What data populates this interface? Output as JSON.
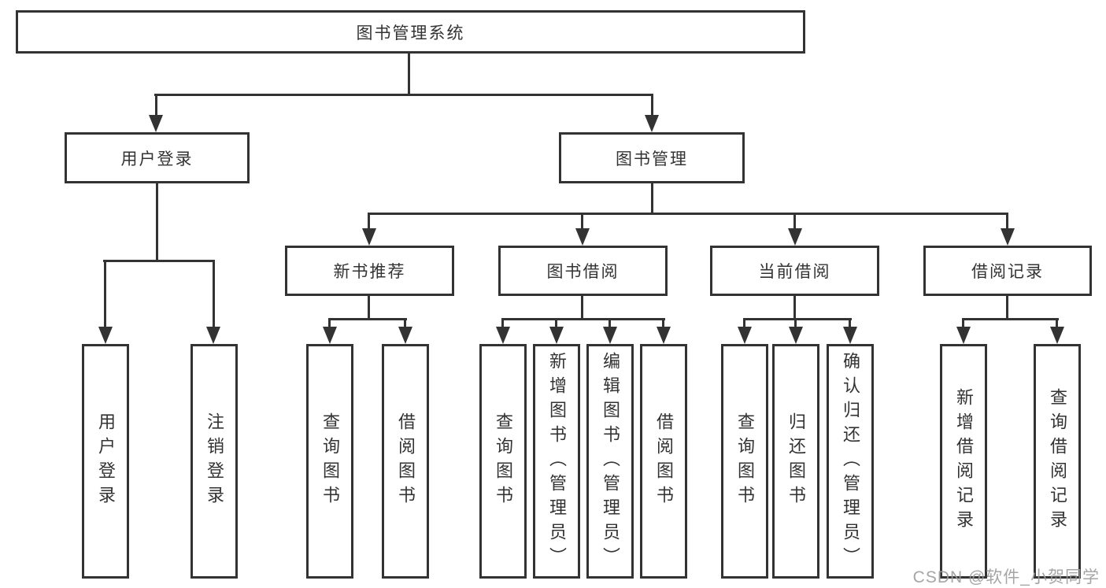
{
  "diagram": {
    "root": {
      "label": "图书管理系统"
    },
    "level2": [
      {
        "label": "用户登录"
      },
      {
        "label": "图书管理"
      }
    ],
    "level3": [
      {
        "label": "新书推荐"
      },
      {
        "label": "图书借阅"
      },
      {
        "label": "当前借阅"
      },
      {
        "label": "借阅记录"
      }
    ],
    "leaves": [
      {
        "label": "用户登录"
      },
      {
        "label": "注销登录"
      },
      {
        "label": "查询图书"
      },
      {
        "label": "借阅图书"
      },
      {
        "label": "查询图书"
      },
      {
        "label": "新增图书（管理员）"
      },
      {
        "label": "编辑图书（管理员）"
      },
      {
        "label": "借阅图书"
      },
      {
        "label": "查询图书"
      },
      {
        "label": "归还图书"
      },
      {
        "label": "确认归还（管理员）"
      },
      {
        "label": "新增借阅记录"
      },
      {
        "label": "查询借阅记录"
      }
    ],
    "watermark": "CSDN @软件_小贺同学",
    "colors": {
      "line": "#333333",
      "box_border": "#333333",
      "text": "#333333",
      "watermark": "#9c9c9c",
      "background": "#ffffff"
    }
  }
}
